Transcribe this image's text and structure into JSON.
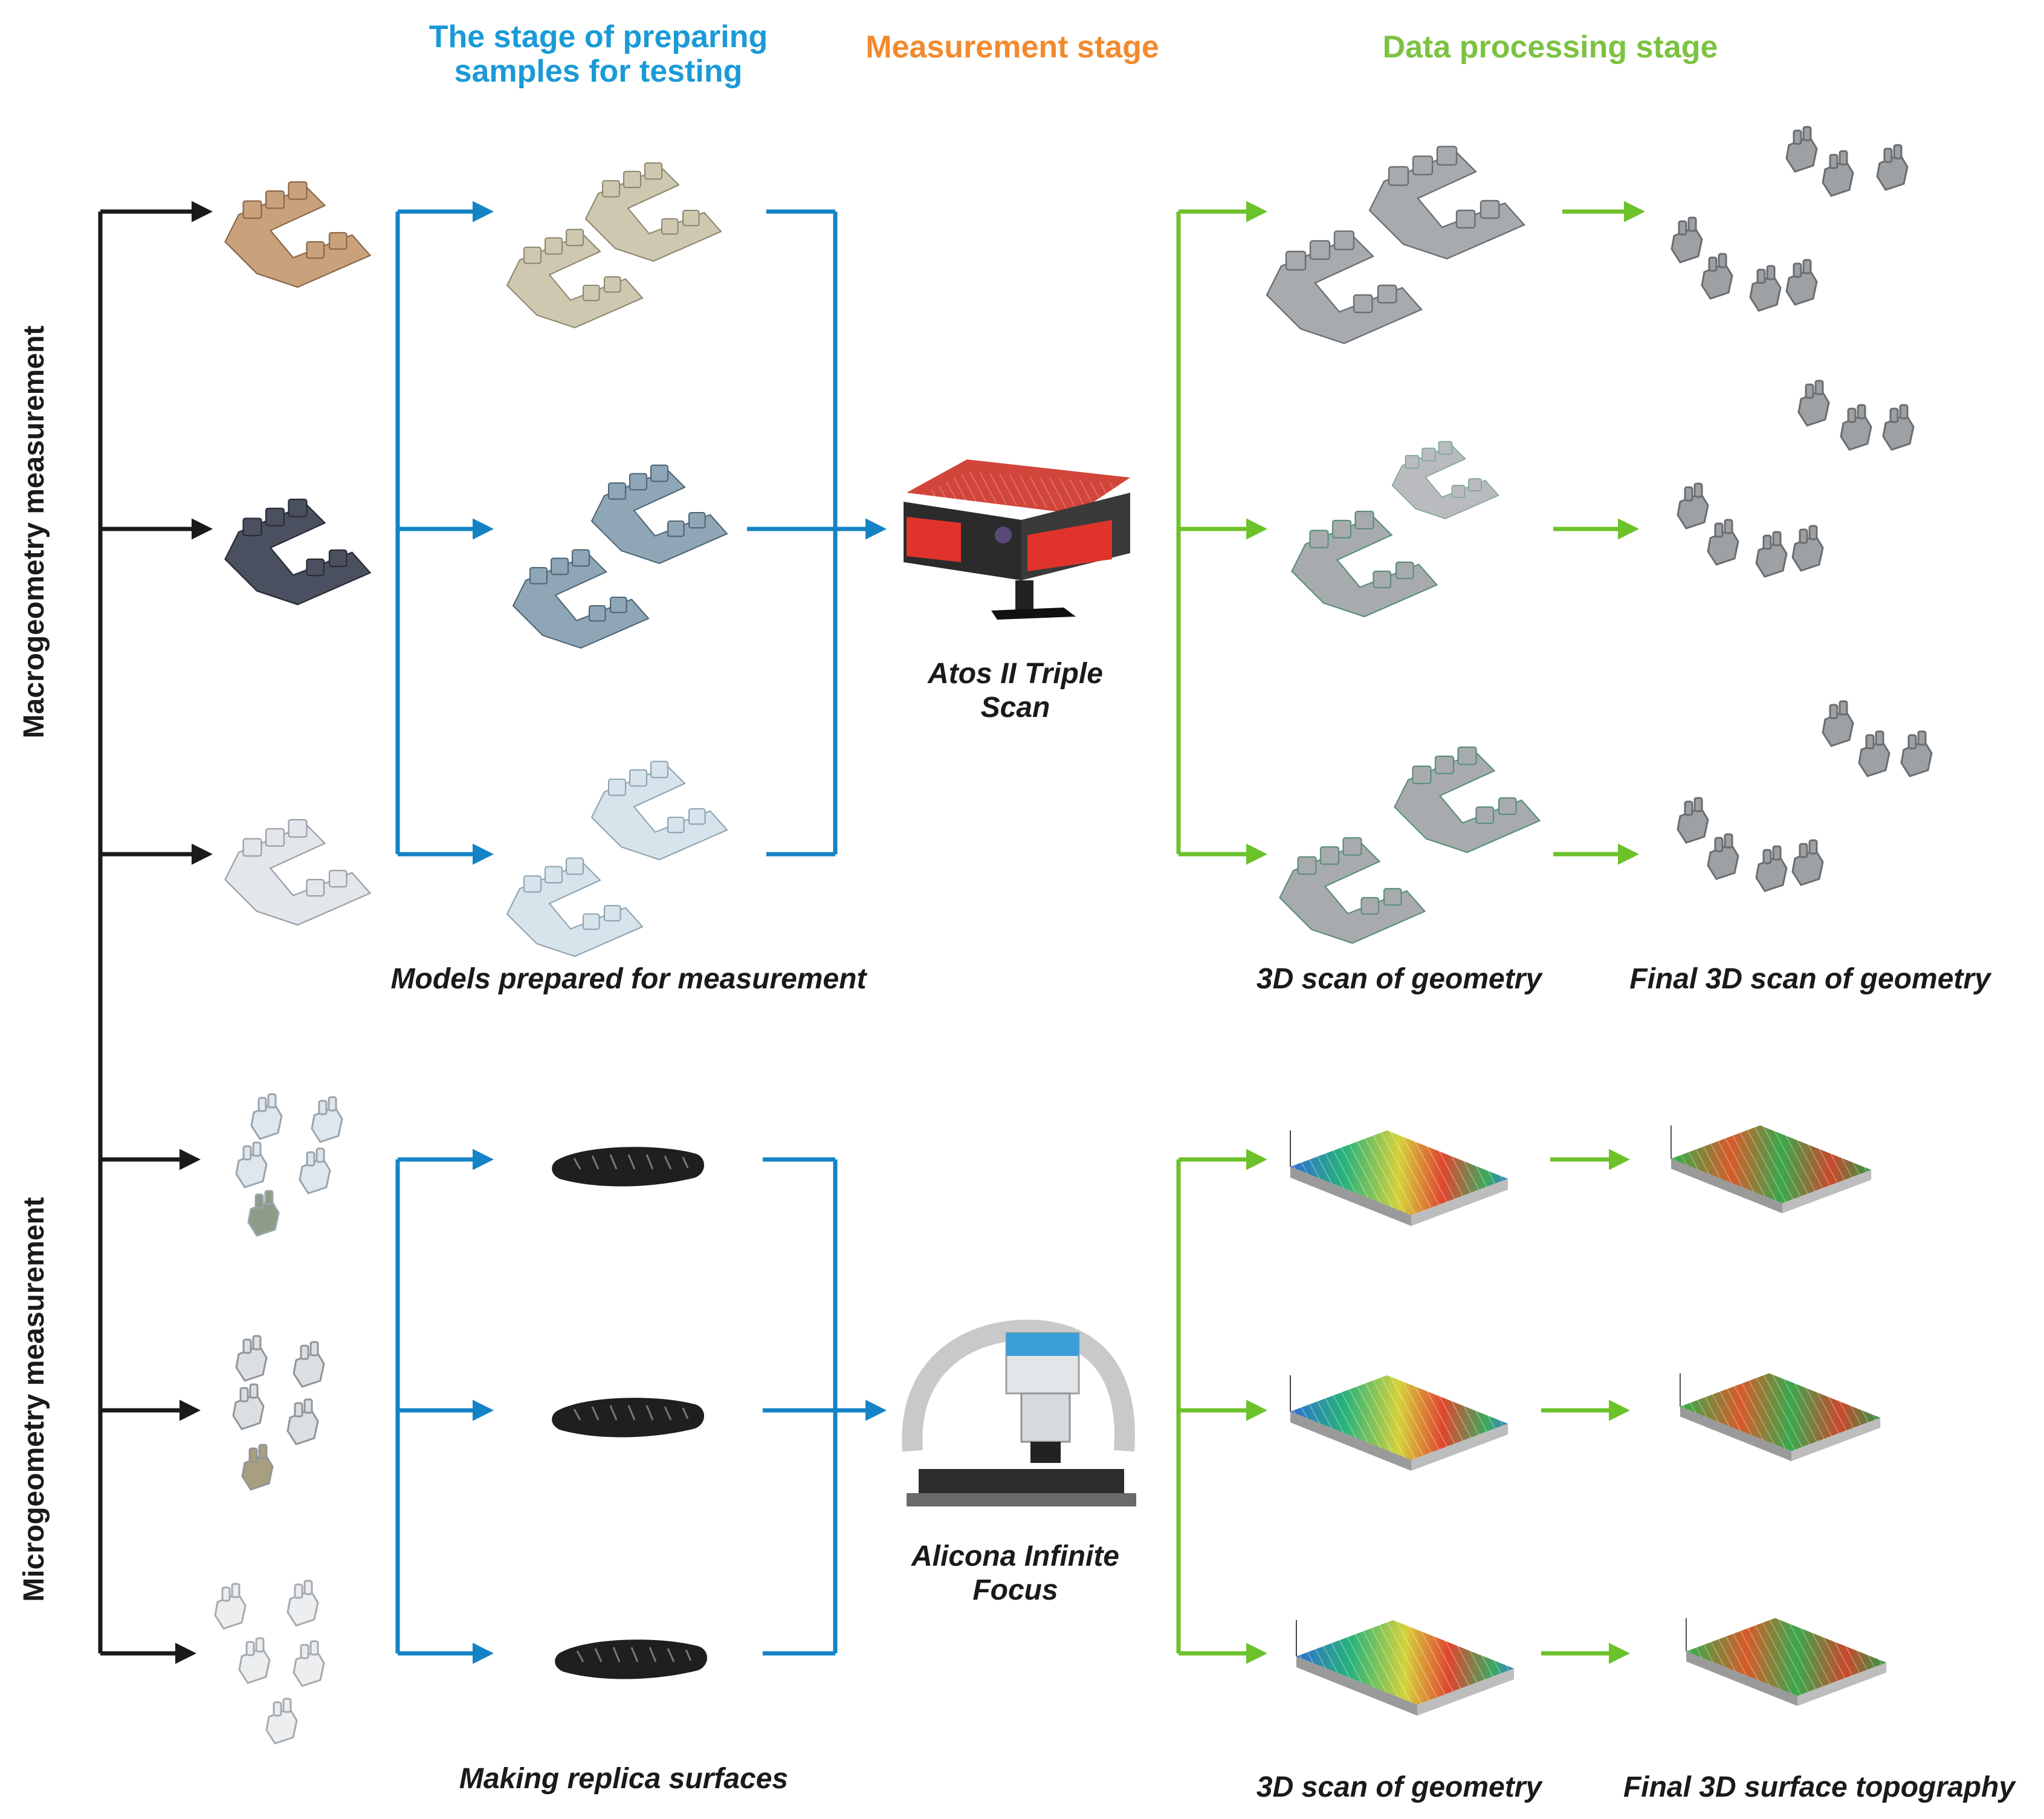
{
  "headers": {
    "preparing": {
      "line1": "The stage of preparing",
      "line2": "samples for testing"
    },
    "measurement": "Measurement stage",
    "processing": "Data processing stage"
  },
  "side_labels": {
    "macro": "Macrogeometry measurement",
    "micro": "Microgeometry measurement"
  },
  "devices": {
    "atos": {
      "line1": "Atos II Triple",
      "line2": "Scan"
    },
    "alicona": {
      "line1": "Alicona Infinite",
      "line2": "Focus"
    }
  },
  "captions": {
    "models_prepared": "Models prepared for measurement",
    "scan_geometry_macro": "3D scan of geometry",
    "final_scan_geometry": "Final 3D scan of geometry",
    "making_replica": "Making replica surfaces",
    "scan_geometry_micro": "3D scan of geometry",
    "final_surface_topography": "Final 3D surface topography"
  },
  "colors": {
    "black_arrows": "#1a1a1a",
    "blue_arrows": "#1483c6",
    "green_arrows": "#6cc22a",
    "header_blue": "#1a9ad6",
    "header_orange": "#f28a2e",
    "header_green": "#7cc242"
  }
}
